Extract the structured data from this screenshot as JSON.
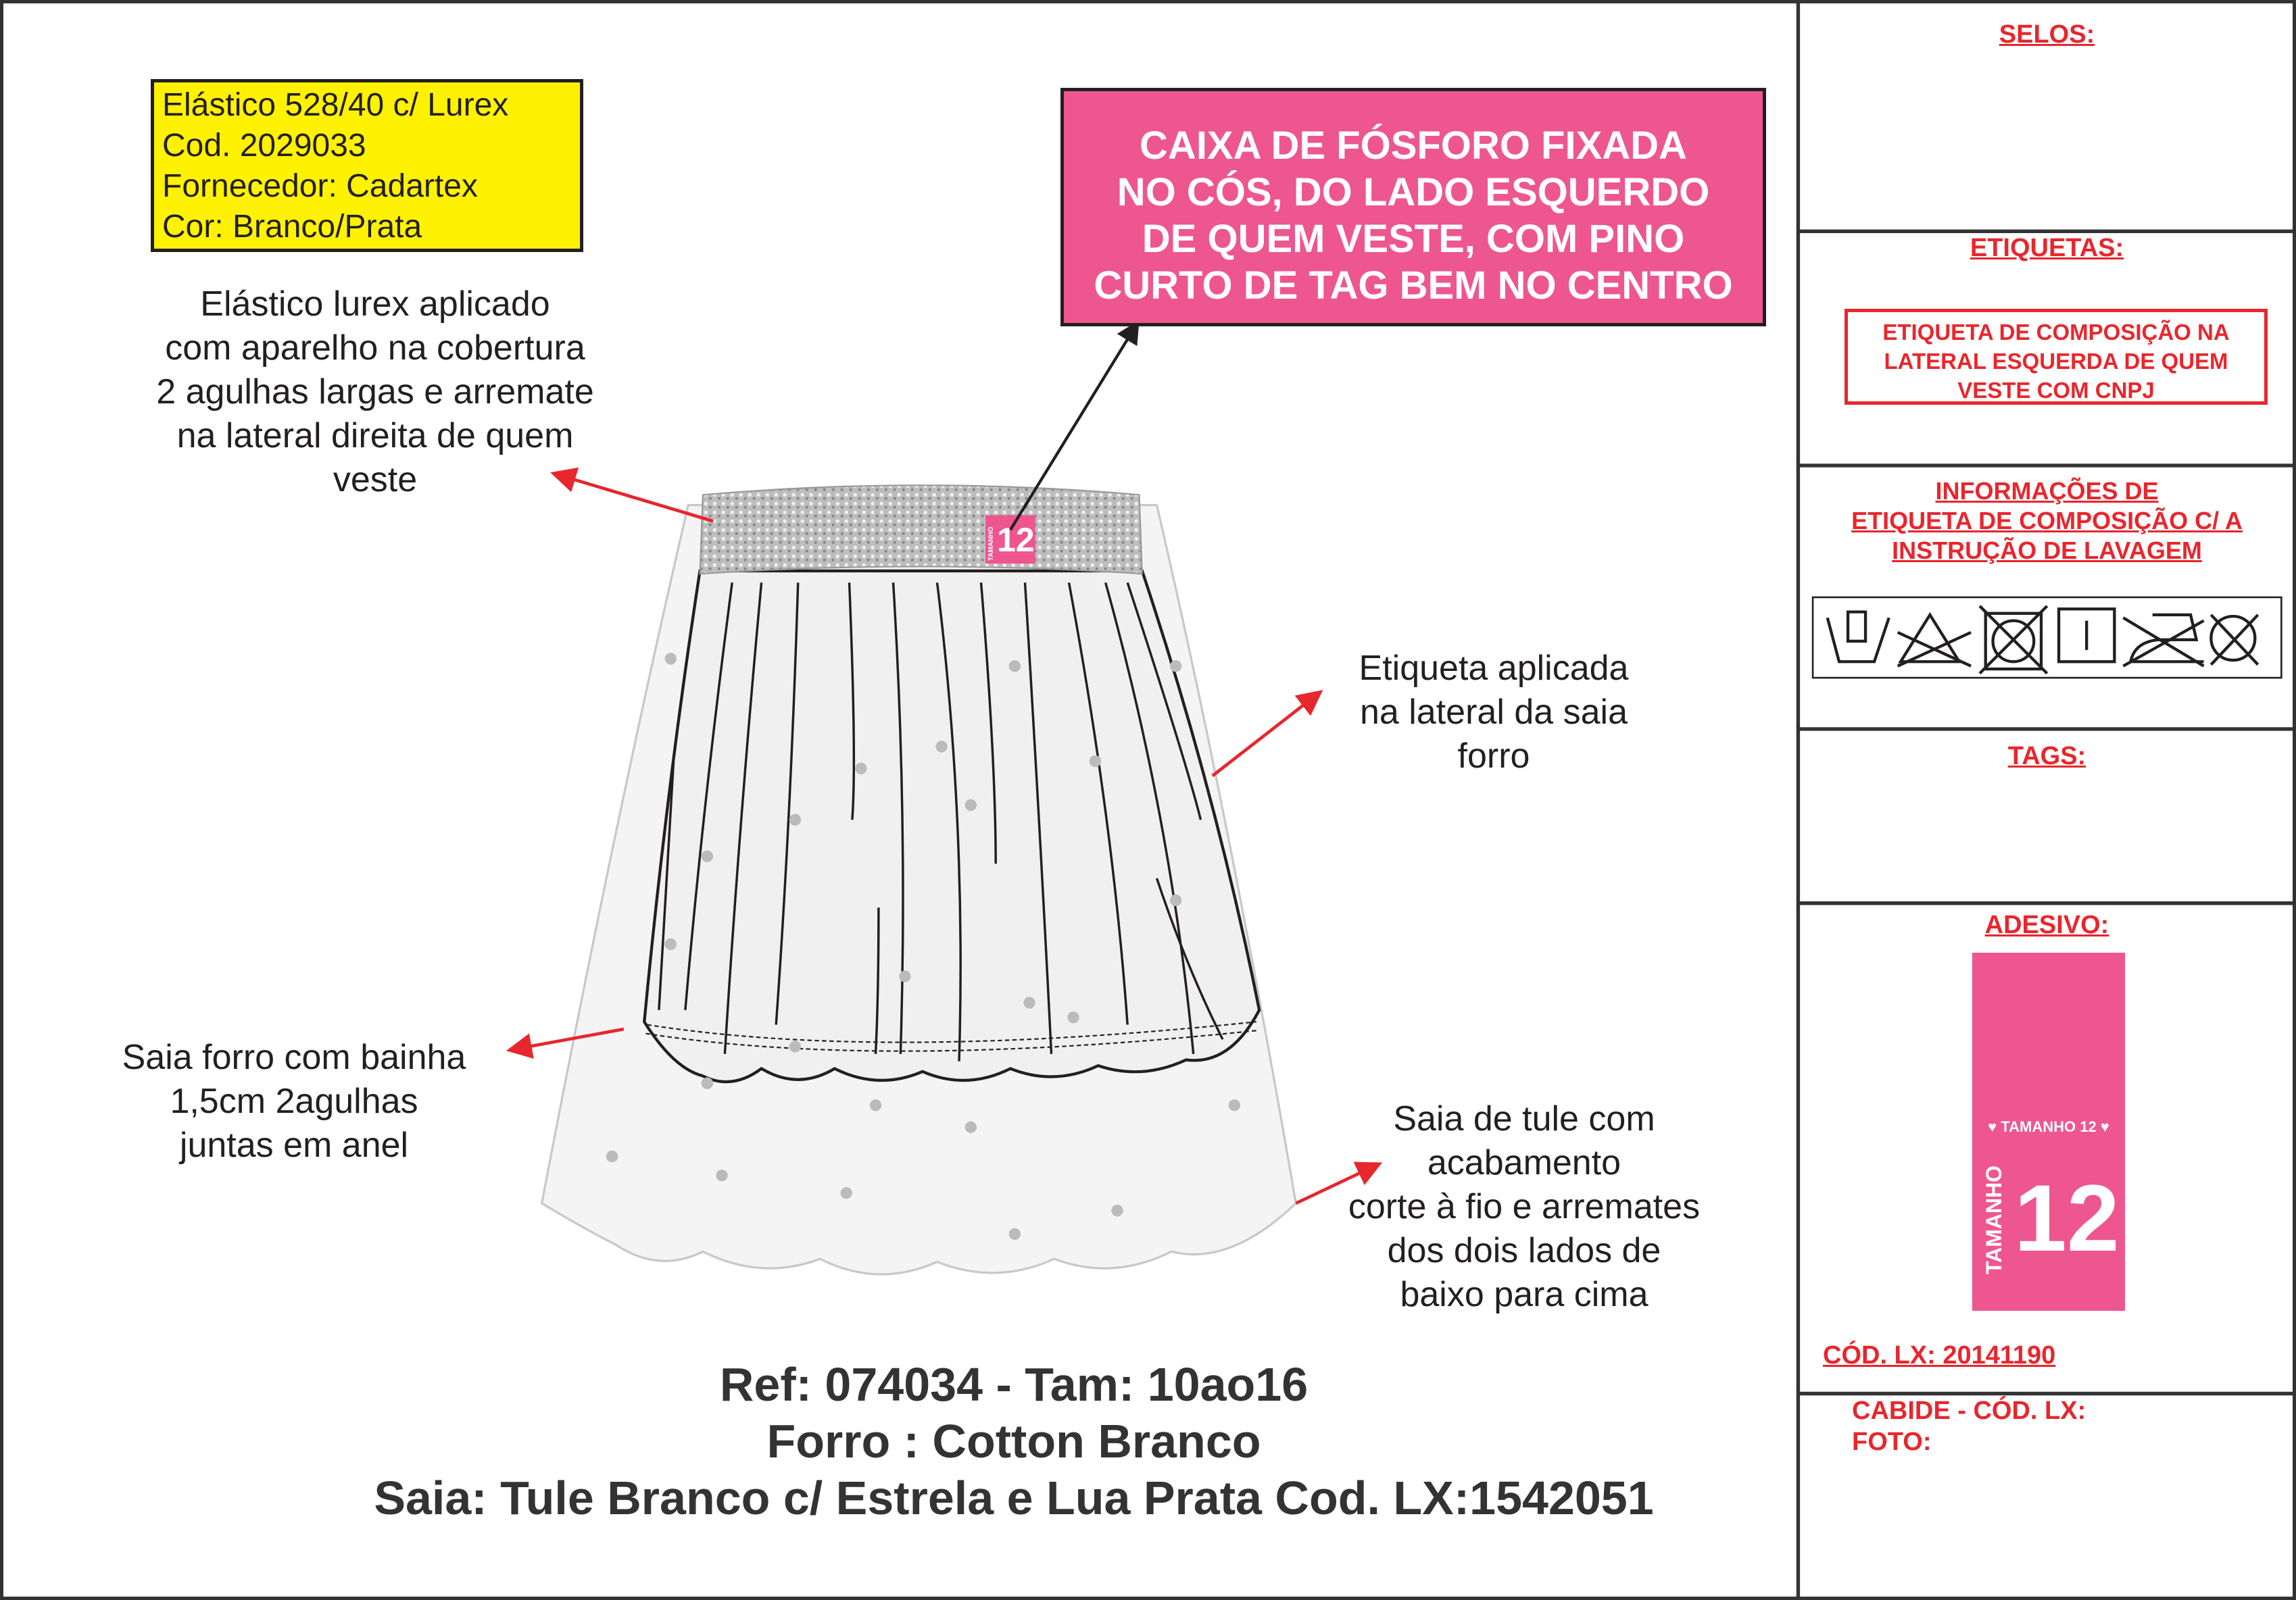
{
  "yellow_label": {
    "lines": [
      "Elástico 528/40 c/ Lurex",
      "Cod. 2029033",
      "Fornecedor: Cadartex",
      "Cor: Branco/Prata"
    ]
  },
  "pink_callout": {
    "lines": [
      "CAIXA DE FÓSFORO FIXADA",
      "NO CÓS, DO LADO ESQUERDO",
      "DE QUEM VESTE, COM PINO",
      "CURTO DE TAG BEM NO CENTRO"
    ]
  },
  "notes": {
    "elastic": [
      "Elástico lurex aplicado",
      "com aparelho na cobertura",
      "2 agulhas largas e arremate",
      "na lateral direita de quem",
      "veste"
    ],
    "label_side": [
      "Etiqueta aplicada",
      "na lateral da saia",
      "forro"
    ],
    "lining_hem": [
      "Saia forro com bainha",
      "1,5cm 2agulhas",
      "juntas em anel"
    ],
    "tulle": [
      "Saia de tule com",
      "acabamento",
      "corte à fio e arremates",
      "dos dois lados de",
      "baixo para cima"
    ]
  },
  "waistband_tag": {
    "small": "TAMANHO",
    "number": "12"
  },
  "bottom": {
    "line1": "Ref: 074034 - Tam: 10ao16",
    "line2": "Forro : Cotton Branco",
    "line3": "Saia: Tule Branco c/ Estrela e Lua Prata  Cod. LX:1542051"
  },
  "panel": {
    "selos": "SELOS:",
    "etiquetas": "ETIQUETAS:",
    "etiqueta_box": [
      "ETIQUETA DE COMPOSIÇÃO NA",
      "LATERAL ESQUERDA DE QUEM",
      "VESTE COM CNPJ"
    ],
    "info": [
      "INFORMAÇÕES DE",
      "ETIQUETA DE COMPOSIÇÃO C/ A",
      "INSTRUÇÃO DE LAVAGEM"
    ],
    "care_icons": [
      "hand-wash-icon",
      "no-bleach-icon",
      "no-tumble-dry-icon",
      "line-dry-icon",
      "no-iron-icon",
      "no-dry-clean-icon"
    ],
    "tags": "TAGS:",
    "adesivo": "ADESIVO:",
    "sticker": {
      "top": "TAMANHO 12",
      "side": "TAMANHO",
      "number": "12"
    },
    "cod_lx": "CÓD. LX: 20141190",
    "cabide": "CABIDE - CÓD. LX:",
    "foto": "FOTO:"
  },
  "colors": {
    "pink": "#ee5690",
    "red": "#e8262d",
    "yellow": "#fff200"
  }
}
